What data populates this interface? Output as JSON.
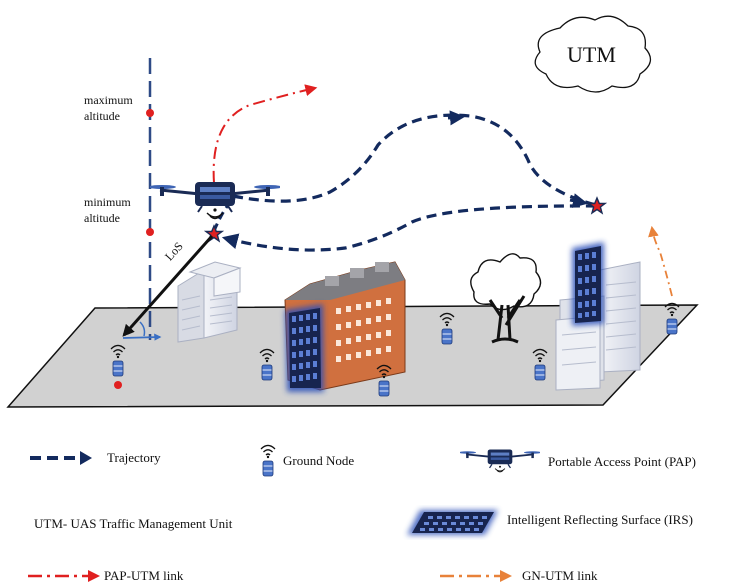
{
  "cloud": {
    "label": "UTM"
  },
  "altitude": {
    "max_label_line1": "maximum",
    "max_label_line2": "altitude",
    "min_label_line1": "minimum",
    "min_label_line2": "altitude"
  },
  "los_label": "LoS",
  "legend": {
    "trajectory": "Trajectory",
    "ground_node": "Ground Node",
    "pap": "Portable Access Point (PAP)",
    "utm_unit": "UTM- UAS Traffic Management Unit",
    "irs": "Intelligent Reflecting Surface (IRS)",
    "pap_utm_link": "PAP-UTM link",
    "gn_utm_link": "GN-UTM link"
  },
  "colors": {
    "trajectory": "#132a5e",
    "pap_utm": "#e02020",
    "gn_utm": "#e8823a",
    "ground": "#d0d0d0",
    "brick": "#d0703f",
    "irs": "#1a2c6e",
    "axis": "#2e4a86"
  }
}
